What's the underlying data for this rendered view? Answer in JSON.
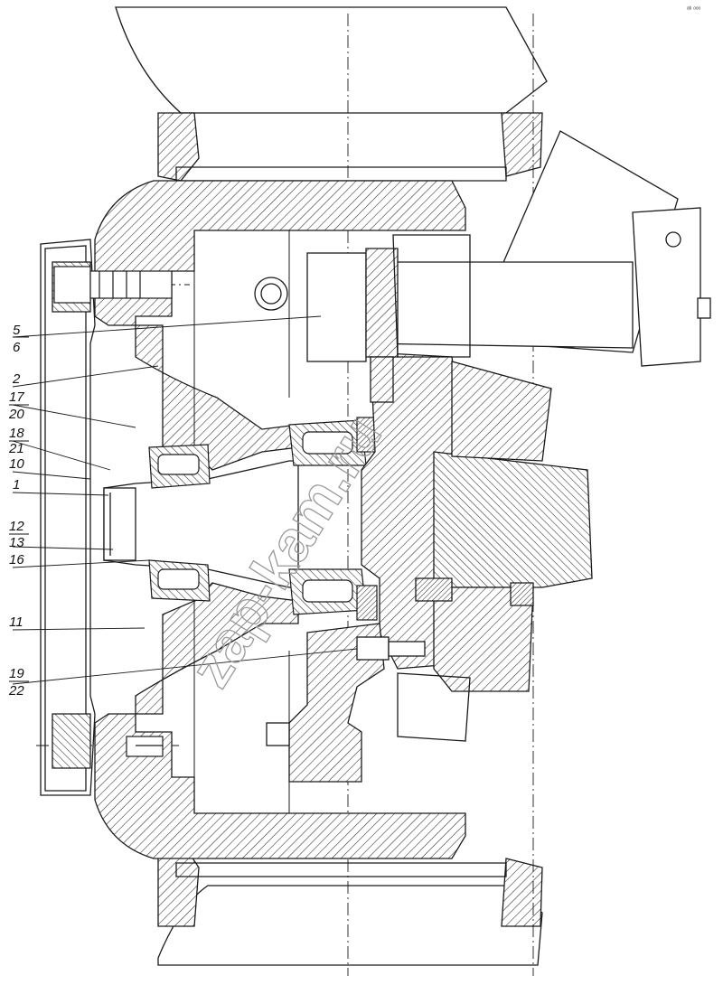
{
  "corner_note": "ᵃᵇ ᵒᵒᵒ",
  "watermark": "zap-kam.ru",
  "callouts": [
    {
      "top": "5",
      "bottom": "6"
    },
    {
      "top": "2"
    },
    {
      "top": "17",
      "bottom": "20"
    },
    {
      "top": "18",
      "bottom": "21"
    },
    {
      "top": "10"
    },
    {
      "top": "1"
    },
    {
      "top": "12",
      "bottom": "13"
    },
    {
      "top": "16"
    },
    {
      "top": "11"
    },
    {
      "top": "19",
      "bottom": "22"
    }
  ],
  "colors": {
    "ink": "#1a1a1a",
    "paper": "#ffffff",
    "hatch": "#2a2a2a"
  }
}
